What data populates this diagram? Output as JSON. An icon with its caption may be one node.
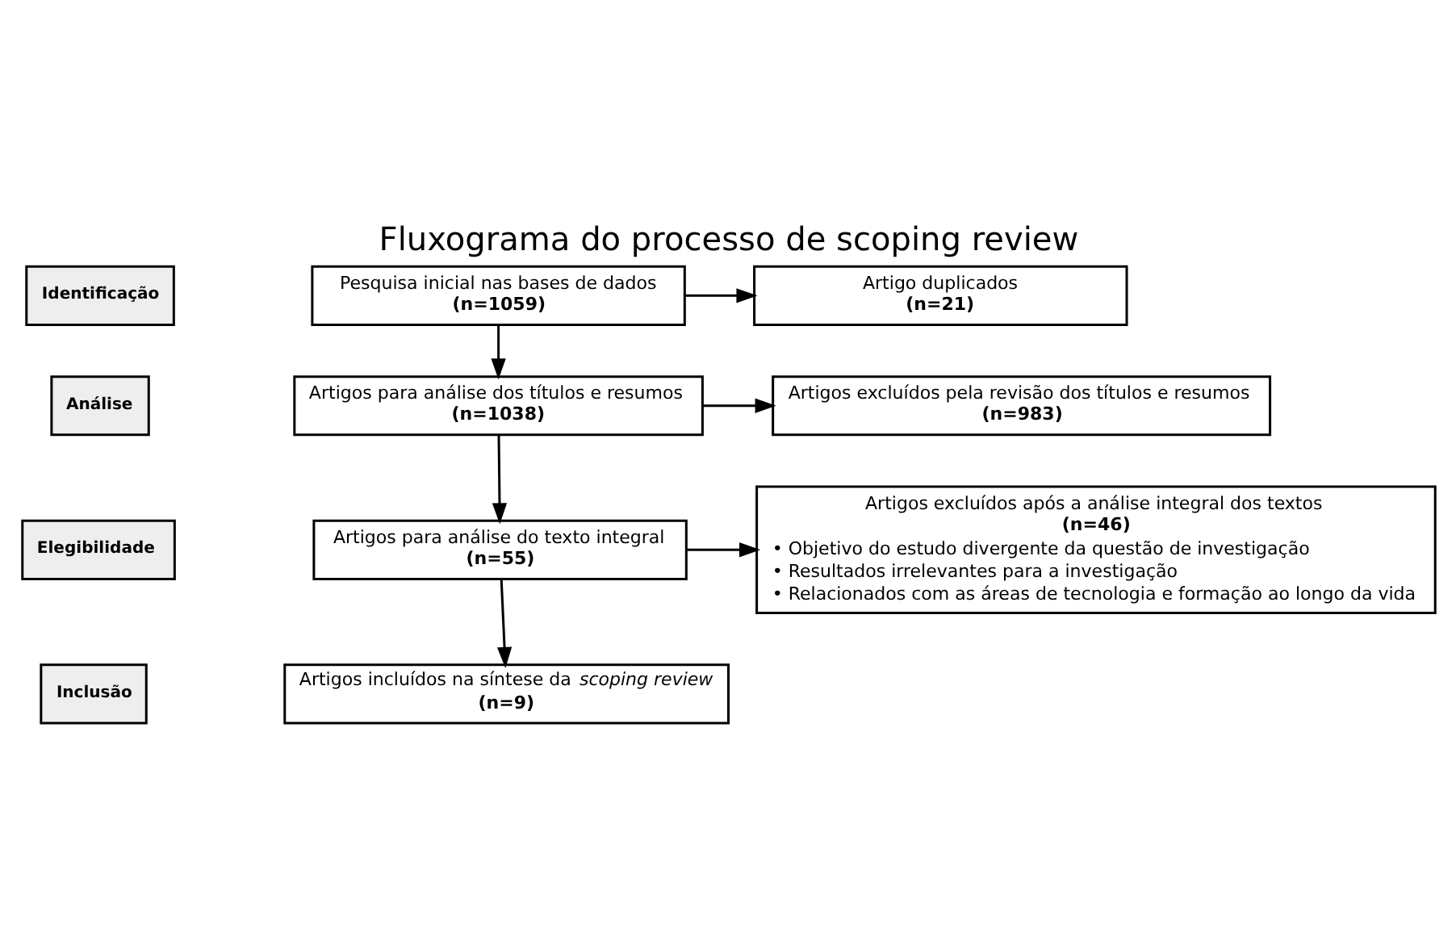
{
  "diagram": {
    "title": "Fluxograma do processo de scoping review",
    "nodes": [
      {
        "text": [
          "Identificação"
        ]
      },
      {
        "text": [
          "Pesquisa inicial nas bases de dados",
          "(n=1059)"
        ]
      },
      {
        "text": [
          "Artigo duplicados",
          "(n=21)"
        ]
      },
      {
        "text": [
          "Análise"
        ]
      },
      {
        "text": [
          "Artigos para análise dos títulos e resumos",
          "(n=1038)"
        ]
      },
      {
        "text": [
          "Artigos excluídos pela revisão dos títulos e resumos",
          "(n=983)"
        ]
      },
      {
        "text": [
          "Elegibilidade"
        ]
      },
      {
        "text": [
          "Artigos para análise do texto integral",
          "(n=55)"
        ]
      },
      {
        "text": [
          "Artigos excluídos após a análise integral dos textos",
          "(n=46)",
          "• Objetivo do estudo divergente da questão de investigação",
          "• Resultados irrelevantes para a investigação",
          "• Relacionados com as áreas de tecnologia e formação ao longo da vida"
        ]
      },
      {
        "text": [
          "Inclusão"
        ]
      },
      {
        "text": [
          "Artigos incluídos na síntese da *scoping review*",
          "(n=9)"
        ]
      }
    ],
    "edges": [
      {
        "from": 1,
        "to": 4,
        "arrow": "to"
      },
      {
        "from": 1,
        "to": 2,
        "arrow": "to"
      },
      {
        "from": 4,
        "to": 7,
        "arrow": "to"
      },
      {
        "from": 4,
        "to": 5,
        "arrow": "to"
      },
      {
        "from": 7,
        "to": 10,
        "arrow": "to"
      },
      {
        "from": 7,
        "to": 8,
        "arrow": "to"
      }
    ]
  }
}
